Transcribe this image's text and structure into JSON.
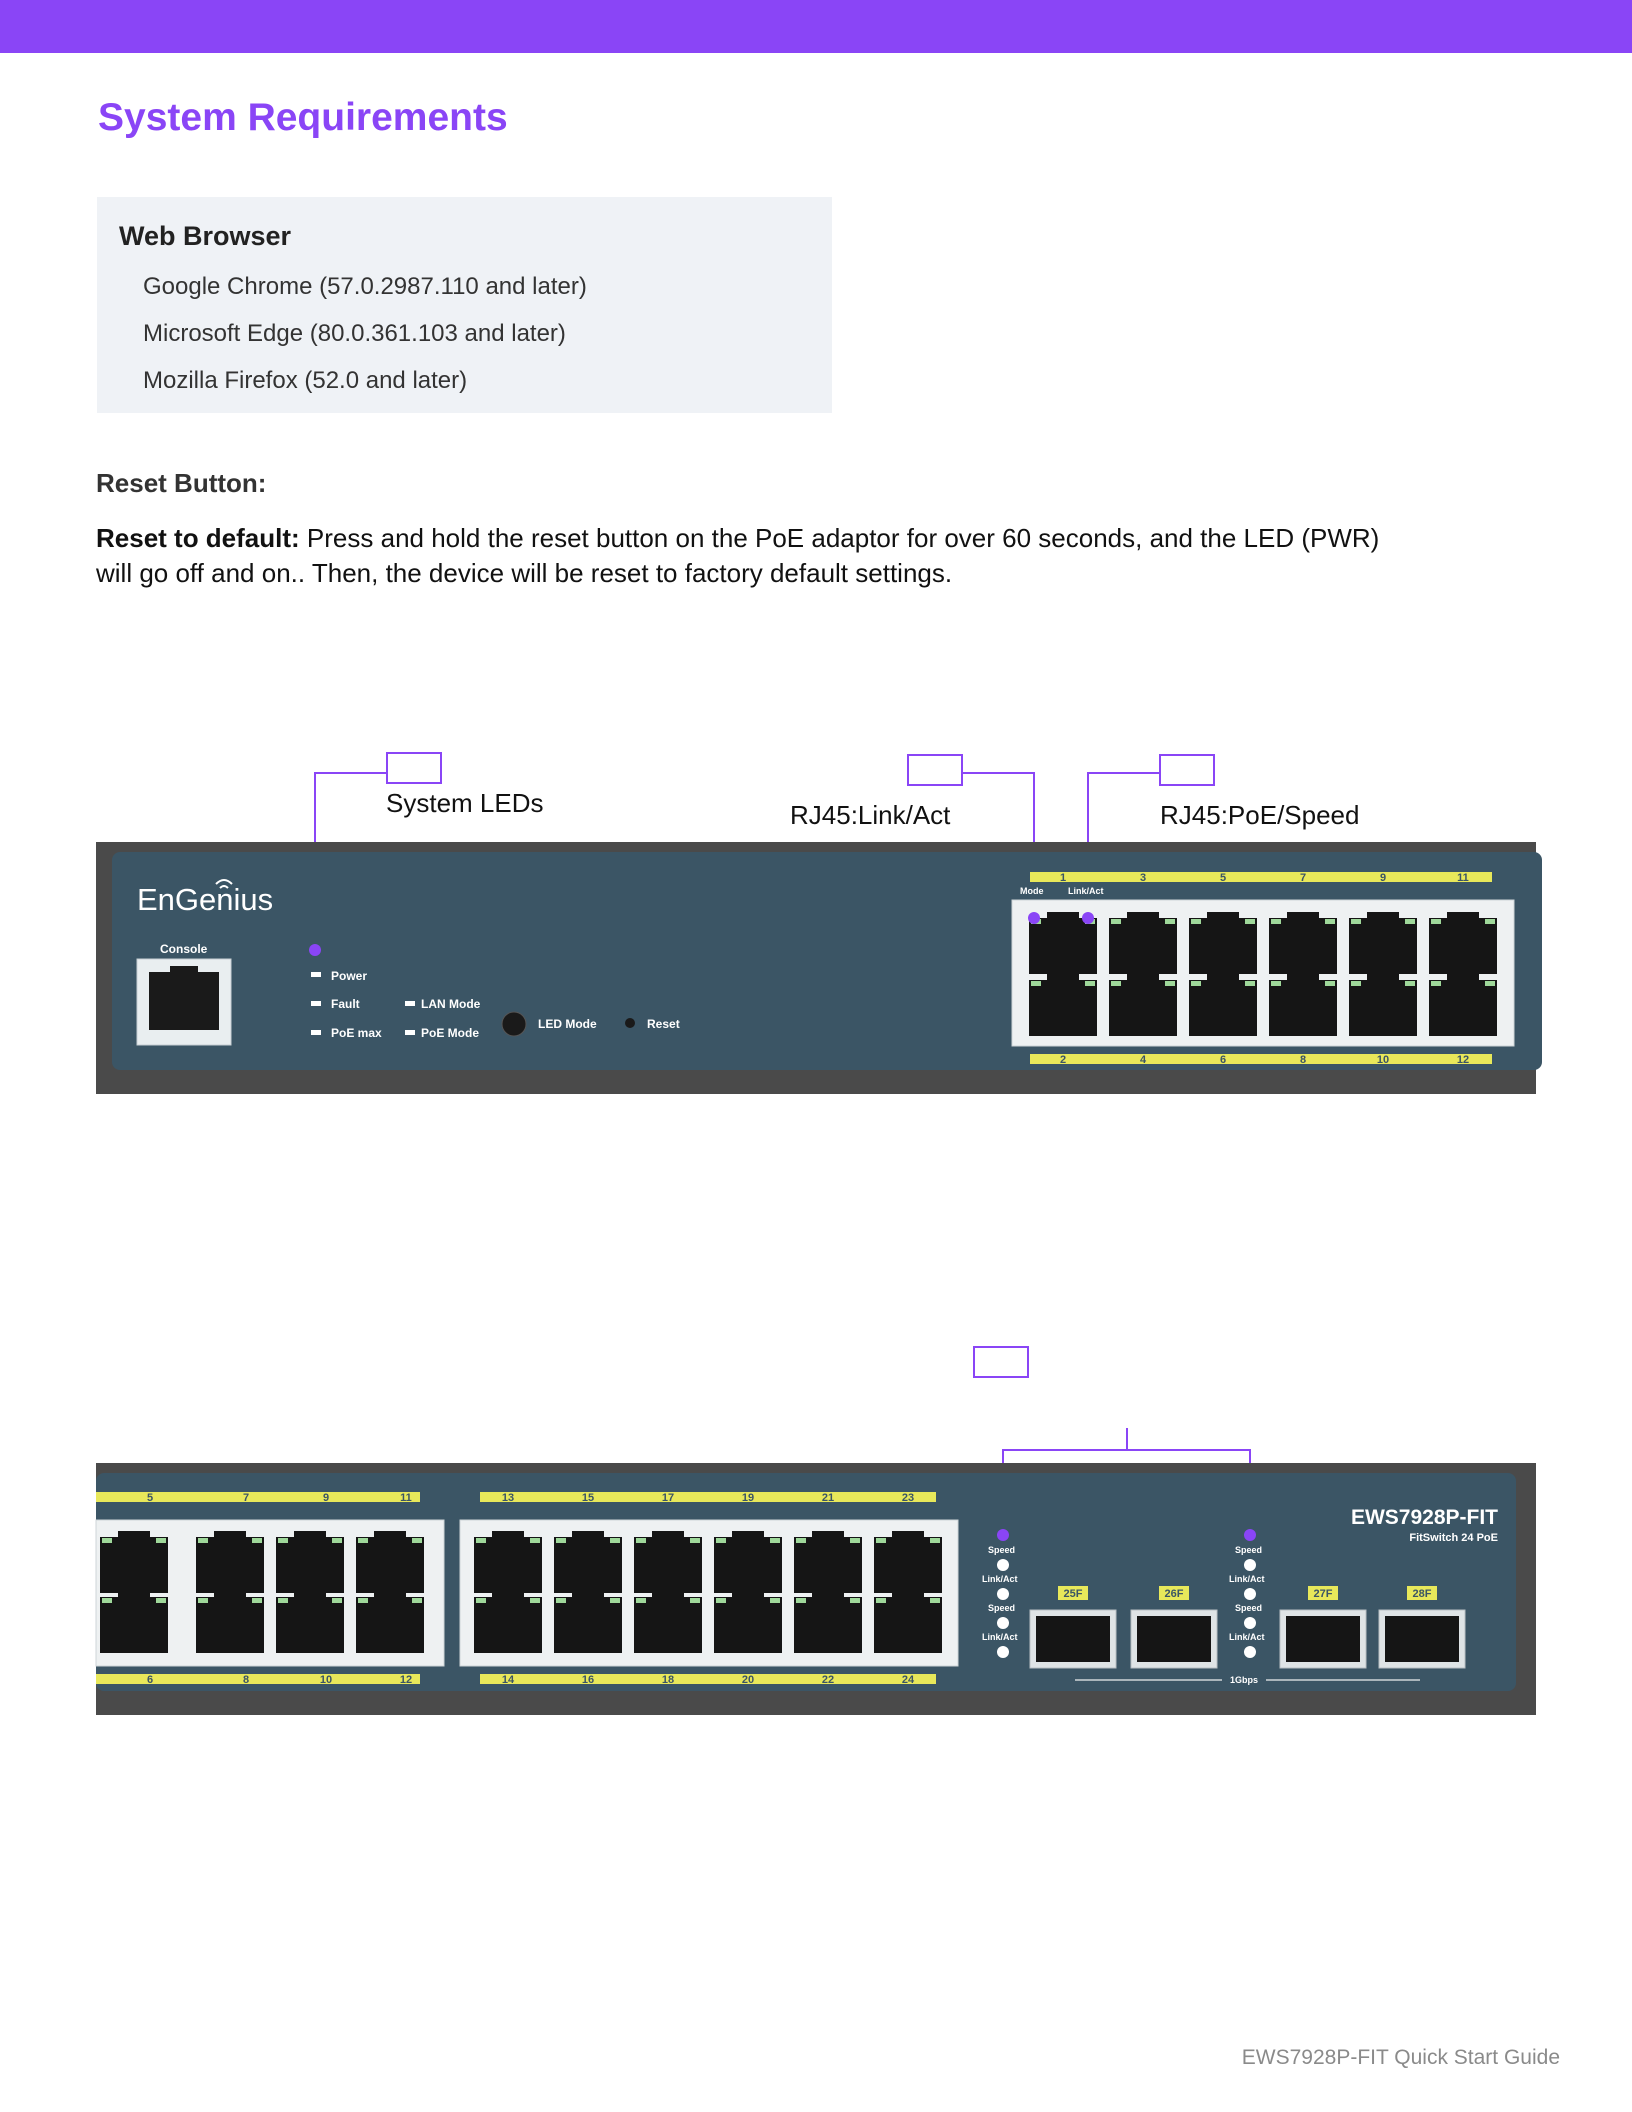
{
  "page_title": "System Requirements",
  "web_browser": {
    "heading": "Web Browser",
    "items": [
      "Google Chrome (57.0.2987.110 and later)",
      "Microsoft Edge (80.0.361.103 and later)",
      "Mozilla Firefox (52.0 and later)"
    ]
  },
  "reset": {
    "heading": "Reset Button:",
    "lead": "Reset to default:",
    "body": "Press and hold the reset button on the PoE adaptor for over 60 seconds, and the LED (PWR) will go off and on.. Then, the device will be reset to factory default settings."
  },
  "callouts": {
    "system_leds": "System LEDs",
    "rj45_link": "RJ45:Link/Act",
    "rj45_poe": "RJ45:PoE/Speed"
  },
  "front_panel": {
    "brand": "EnGenius",
    "console": "Console",
    "leds": [
      "Power",
      "Fault",
      "PoE max",
      "LAN Mode",
      "PoE Mode"
    ],
    "led_mode": "LED Mode",
    "reset": "Reset",
    "mode_label": "Mode",
    "link_act_label": "Link/Act",
    "top_ports_a": [
      "1",
      "3",
      "5",
      "7",
      "9",
      "11"
    ],
    "bottom_ports_a": [
      "2",
      "4",
      "6",
      "8",
      "10",
      "12"
    ]
  },
  "right_panel": {
    "top_ports_a": [
      "5",
      "7",
      "9",
      "11"
    ],
    "bottom_ports_a": [
      "6",
      "8",
      "10",
      "12"
    ],
    "top_ports_b": [
      "13",
      "15",
      "17",
      "19",
      "21",
      "23"
    ],
    "bottom_ports_b": [
      "14",
      "16",
      "18",
      "20",
      "22",
      "24"
    ],
    "sfp_ports": [
      "25F",
      "26F",
      "27F",
      "28F"
    ],
    "sfp_led_labels": [
      "Speed",
      "Link/Act",
      "Speed",
      "Link/Act"
    ],
    "gbps_label": "1Gbps",
    "model": "EWS7928P-FIT",
    "model_sub": "FitSwitch 24 PoE"
  },
  "footer": "EWS7928P-FIT Quick Start Guide",
  "colors": {
    "accent": "#8a45f6",
    "panel": "#3b5565",
    "port_strip": "#e8e85a"
  }
}
